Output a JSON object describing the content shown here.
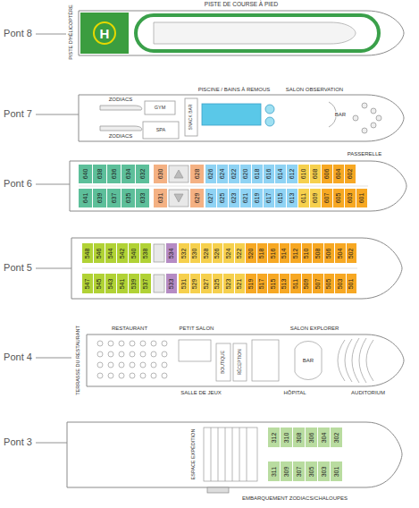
{
  "diagram": {
    "nodes": [
      {
        "text": [
          "H"
        ]
      },
      {
        "text": [
          "640"
        ]
      },
      {
        "text": [
          "638"
        ]
      },
      {
        "text": [
          "636"
        ]
      },
      {
        "text": [
          "634"
        ]
      },
      {
        "text": [
          "632"
        ]
      },
      {
        "text": [
          "630"
        ]
      },
      {
        "text": [
          "628"
        ]
      },
      {
        "text": [
          "626"
        ]
      },
      {
        "text": [
          "624"
        ]
      },
      {
        "text": [
          "622"
        ]
      },
      {
        "text": [
          "620"
        ]
      },
      {
        "text": [
          "618"
        ]
      },
      {
        "text": [
          "616"
        ]
      },
      {
        "text": [
          "614"
        ]
      },
      {
        "text": [
          "612"
        ]
      },
      {
        "text": [
          "610"
        ]
      },
      {
        "text": [
          "608"
        ]
      },
      {
        "text": [
          "606"
        ]
      },
      {
        "text": [
          "604"
        ]
      },
      {
        "text": [
          "602"
        ]
      },
      {
        "text": [
          "641"
        ]
      },
      {
        "text": [
          "639"
        ]
      },
      {
        "text": [
          "637"
        ]
      },
      {
        "text": [
          "635"
        ]
      },
      {
        "text": [
          "633"
        ]
      },
      {
        "text": [
          "631"
        ]
      },
      {
        "text": [
          "629"
        ]
      },
      {
        "text": [
          "627"
        ]
      },
      {
        "text": [
          "625"
        ]
      },
      {
        "text": [
          "623"
        ]
      },
      {
        "text": [
          "621"
        ]
      },
      {
        "text": [
          "619"
        ]
      },
      {
        "text": [
          "617"
        ]
      },
      {
        "text": [
          "615"
        ]
      },
      {
        "text": [
          "613"
        ]
      },
      {
        "text": [
          "611"
        ]
      },
      {
        "text": [
          "609"
        ]
      },
      {
        "text": [
          "607"
        ]
      },
      {
        "text": [
          "605"
        ]
      },
      {
        "text": [
          "603"
        ]
      },
      {
        "text": [
          "601"
        ]
      },
      {
        "text": [
          "548"
        ]
      },
      {
        "text": [
          "546"
        ]
      },
      {
        "text": [
          "544"
        ]
      },
      {
        "text": [
          "542"
        ]
      },
      {
        "text": [
          "540"
        ]
      },
      {
        "text": [
          "538"
        ]
      },
      {
        "text": [
          "534"
        ]
      },
      {
        "text": [
          "532"
        ]
      },
      {
        "text": [
          "530"
        ]
      },
      {
        "text": [
          "528"
        ]
      },
      {
        "text": [
          "526"
        ]
      },
      {
        "text": [
          "524"
        ]
      },
      {
        "text": [
          "522"
        ]
      },
      {
        "text": [
          "520"
        ]
      },
      {
        "text": [
          "518"
        ]
      },
      {
        "text": [
          "516"
        ]
      },
      {
        "text": [
          "514"
        ]
      },
      {
        "text": [
          "512"
        ]
      },
      {
        "text": [
          "510"
        ]
      },
      {
        "text": [
          "508"
        ]
      },
      {
        "text": [
          "506"
        ]
      },
      {
        "text": [
          "504"
        ]
      },
      {
        "text": [
          "502"
        ]
      },
      {
        "text": [
          "547"
        ]
      },
      {
        "text": [
          "545"
        ]
      },
      {
        "text": [
          "543"
        ]
      },
      {
        "text": [
          "541"
        ]
      },
      {
        "text": [
          "539"
        ]
      },
      {
        "text": [
          "537"
        ]
      },
      {
        "text": [
          "533"
        ]
      },
      {
        "text": [
          "531"
        ]
      },
      {
        "text": [
          "529"
        ]
      },
      {
        "text": [
          "527"
        ]
      },
      {
        "text": [
          "525"
        ]
      },
      {
        "text": [
          "523"
        ]
      },
      {
        "text": [
          "521"
        ]
      },
      {
        "text": [
          "519"
        ]
      },
      {
        "text": [
          "517"
        ]
      },
      {
        "text": [
          "515"
        ]
      },
      {
        "text": [
          "513"
        ]
      },
      {
        "text": [
          "511"
        ]
      },
      {
        "text": [
          "509"
        ]
      },
      {
        "text": [
          "507"
        ]
      },
      {
        "text": [
          "505"
        ]
      },
      {
        "text": [
          "503"
        ]
      },
      {
        "text": [
          "501"
        ]
      },
      {
        "text": [
          "312"
        ]
      },
      {
        "text": [
          "310"
        ]
      },
      {
        "text": [
          "308"
        ]
      },
      {
        "text": [
          "306"
        ]
      },
      {
        "text": [
          "304"
        ]
      },
      {
        "text": [
          "302"
        ]
      },
      {
        "text": [
          "311"
        ]
      },
      {
        "text": [
          "309"
        ]
      },
      {
        "text": [
          "307"
        ]
      },
      {
        "text": [
          "305"
        ]
      },
      {
        "text": [
          "303"
        ]
      },
      {
        "text": [
          "301"
        ]
      }
    ],
    "labels": [
      "Pont 8",
      "PISTE DE COURSE À PIED",
      "PISTE D'HÉLICOPTÈRE",
      "Pont 7",
      "PISCINE / BAINS À REMOUS",
      "SALON OBSERVATION",
      "ZODIACS",
      "ZODIACS",
      "GYM",
      "SPA",
      "SNACK BAR",
      "BAR",
      "Pont 6",
      "PASSERELLE",
      "Pont 5",
      "Pont 4",
      "RESTAURANT",
      "TERRASSE DU RESTAURANT",
      "PETIT SALON",
      "BOUTIQUE",
      "RÉCEPTION",
      "SALLE DE JEUX",
      "SALON EXPLORER",
      "BAR",
      "HÔPITAL",
      "AUDITORIUM",
      "Pont 3",
      "ESPACE EXPÉDITION",
      "EMBARQUEMENT ZODIACS/CHALOUPES"
    ]
  }
}
